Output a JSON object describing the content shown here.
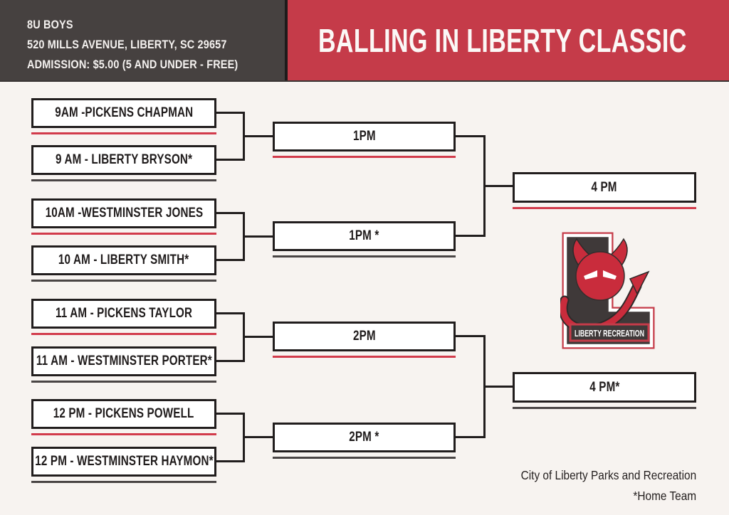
{
  "header": {
    "info": {
      "division": "8U BOYS",
      "address": "520 MILLS AVENUE, LIBERTY, SC 29657",
      "admission": "ADMISSION: $5.00 (5 AND UNDER - FREE)"
    },
    "title": "BALLING IN LIBERTY CLASSIC",
    "arrow_icon": "arrow-down-left-icon"
  },
  "colors": {
    "accent_red": "#C53B49",
    "dark_panel": "#464140",
    "background": "#F7F3F0",
    "underline_red": "#D23B4B",
    "underline_dark": "#4A4545",
    "line_black": "#211D1D"
  },
  "bracket": {
    "round1": [
      {
        "label": "9AM -PICKENS CHAPMAN",
        "underline": "red"
      },
      {
        "label": "9 AM - LIBERTY BRYSON*",
        "underline": "dark"
      },
      {
        "label": "10AM -WESTMINSTER JONES",
        "underline": "red"
      },
      {
        "label": "10 AM - LIBERTY SMITH*",
        "underline": "dark"
      },
      {
        "label": "11 AM - PICKENS TAYLOR",
        "underline": "red"
      },
      {
        "label": "11 AM - WESTMINSTER PORTER*",
        "underline": "dark"
      },
      {
        "label": "12 PM - PICKENS POWELL",
        "underline": "red"
      },
      {
        "label": "12 PM - WESTMINSTER HAYMON*",
        "underline": "dark"
      }
    ],
    "round2": [
      {
        "label": "1PM",
        "underline": "red"
      },
      {
        "label": "1PM *",
        "underline": "dark"
      },
      {
        "label": "2PM",
        "underline": "red"
      },
      {
        "label": "2PM *",
        "underline": "dark"
      }
    ],
    "final": [
      {
        "label": "4 PM",
        "underline": "red"
      },
      {
        "label": "4 PM*",
        "underline": "dark"
      }
    ]
  },
  "logo": {
    "banner_text": "LIBERTY RECREATION",
    "letter": "L"
  },
  "footer": {
    "credit": "City of Liberty Parks and Recreation",
    "home_team_note": "*Home Team"
  }
}
